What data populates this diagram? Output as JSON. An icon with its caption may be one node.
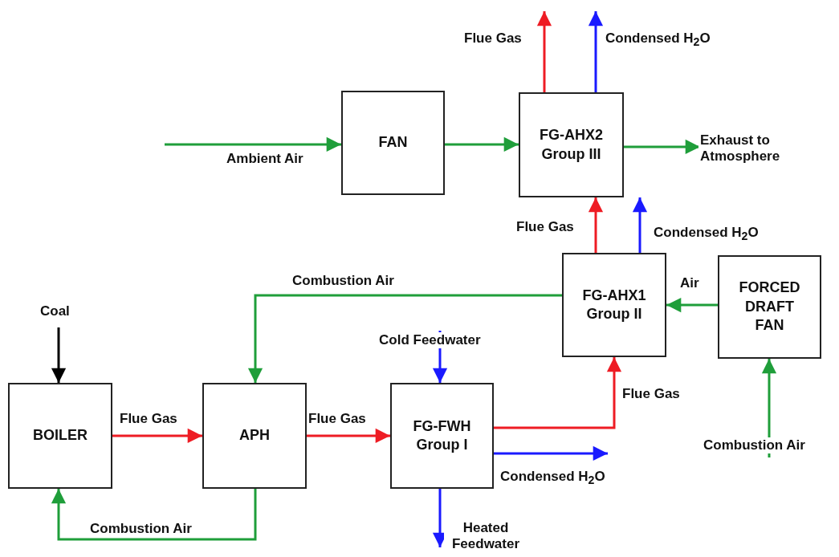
{
  "diagram": {
    "nodes": [
      {
        "text": [
          "FAN"
        ]
      },
      {
        "text": [
          "FG-AHX2 Group III"
        ]
      },
      {
        "text": [
          "FG-AHX1 Group II"
        ]
      },
      {
        "text": [
          "FORCED DRAFT FAN"
        ]
      },
      {
        "text": [
          "BOILER"
        ]
      },
      {
        "text": [
          "APH"
        ]
      },
      {
        "text": [
          "FG-FWH Group I"
        ]
      }
    ],
    "edges": [
      {
        "from": null,
        "to": 0,
        "arrow": "to",
        "label": "Ambient Air",
        "color": "#1f9e3a"
      },
      {
        "from": 0,
        "to": 1,
        "arrow": "to",
        "color": "#1f9e3a"
      },
      {
        "from": 1,
        "to": null,
        "arrow": "to",
        "label": "Flue Gas",
        "color": "#ee1c24"
      },
      {
        "from": 1,
        "to": null,
        "arrow": "to",
        "label": "Condensed H$_{2}$O",
        "color": "#1a1aff"
      },
      {
        "from": 1,
        "to": null,
        "arrow": "to",
        "label": "Exhaust to Atmosphere",
        "color": "#1f9e3a"
      },
      {
        "from": 2,
        "to": 1,
        "arrow": "to",
        "label": "Flue Gas",
        "color": "#ee1c24"
      },
      {
        "from": 2,
        "to": 1,
        "arrow": "to",
        "label": "Condensed H$_{2}$O",
        "color": "#1a1aff"
      },
      {
        "from": 3,
        "to": 2,
        "arrow": "to",
        "label": "Air",
        "color": "#1f9e3a"
      },
      {
        "from": null,
        "to": 3,
        "arrow": "to",
        "label": "Combustion Air",
        "color": "#1f9e3a"
      },
      {
        "from": 2,
        "to": 5,
        "arrow": "to",
        "label": "Combustion Air",
        "color": "#1f9e3a"
      },
      {
        "from": null,
        "to": 4,
        "arrow": "to",
        "label": "Coal",
        "color": "#000000"
      },
      {
        "from": 4,
        "to": 5,
        "arrow": "to",
        "label": "Flue Gas",
        "color": "#ee1c24"
      },
      {
        "from": 5,
        "to": 6,
        "arrow": "to",
        "label": "Flue Gas",
        "color": "#ee1c24"
      },
      {
        "from": null,
        "to": 6,
        "arrow": "to",
        "label": "Cold Feedwater",
        "color": "#1a1aff"
      },
      {
        "from": 6,
        "to": 2,
        "arrow": "to",
        "label": "Flue Gas",
        "color": "#ee1c24"
      },
      {
        "from": 6,
        "to": null,
        "arrow": "to",
        "label": "Condensed H$_{2}$O",
        "color": "#1a1aff"
      },
      {
        "from": 6,
        "to": null,
        "arrow": "to",
        "label": "Heated Feedwater",
        "color": "#1a1aff"
      },
      {
        "from": 5,
        "to": 4,
        "arrow": "to",
        "label": "Combustion Air",
        "color": "#1f9e3a"
      }
    ]
  }
}
